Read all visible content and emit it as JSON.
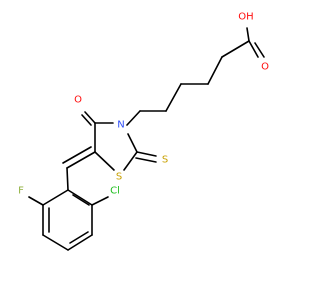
{
  "molecule": {
    "atoms": {
      "oh": {
        "text": "OH",
        "color": "#ff0d0d"
      },
      "o_carbonyl_acid": {
        "text": "O",
        "color": "#ff0d0d"
      },
      "o_ring": {
        "text": "O",
        "color": "#ff0d0d"
      },
      "n": {
        "text": "N",
        "color": "#3050f8"
      },
      "s_ring": {
        "text": "S",
        "color": "#c8a000"
      },
      "s_thione": {
        "text": "S",
        "color": "#c8a000"
      },
      "cl": {
        "text": "Cl",
        "color": "#1fbf1f"
      },
      "f": {
        "text": "F",
        "color": "#90b040"
      }
    }
  }
}
